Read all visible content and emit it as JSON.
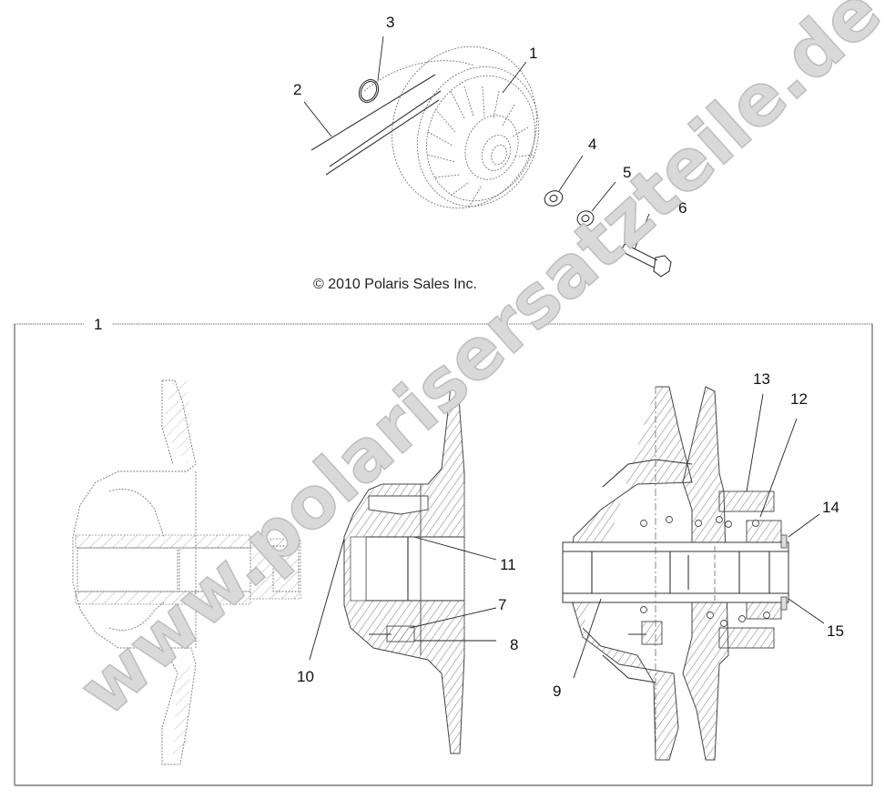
{
  "diagram": {
    "title_copyright": "© 2010 Polaris Sales Inc.",
    "watermark": "www.polarisersatzteile.de",
    "colors": {
      "background": "#ffffff",
      "linework": "#555555",
      "watermark_fill": "#d9d9d9",
      "frame": "#7a7a7a"
    },
    "exploded_view": {
      "callouts": [
        {
          "id": "1",
          "label": "1",
          "part": "clutch assembly"
        },
        {
          "id": "2",
          "label": "2",
          "part": "drive belt"
        },
        {
          "id": "3",
          "label": "3",
          "part": "o-ring"
        },
        {
          "id": "4",
          "label": "4",
          "part": "washer"
        },
        {
          "id": "5",
          "label": "5",
          "part": "washer"
        },
        {
          "id": "6",
          "label": "6",
          "part": "bolt"
        }
      ]
    },
    "detail_box": {
      "label": "1",
      "callouts": [
        {
          "id": "7",
          "label": "7"
        },
        {
          "id": "8",
          "label": "8"
        },
        {
          "id": "9",
          "label": "9"
        },
        {
          "id": "10",
          "label": "10"
        },
        {
          "id": "11",
          "label": "11"
        },
        {
          "id": "12",
          "label": "12"
        },
        {
          "id": "13",
          "label": "13"
        },
        {
          "id": "14",
          "label": "14"
        },
        {
          "id": "15",
          "label": "15"
        }
      ]
    }
  }
}
